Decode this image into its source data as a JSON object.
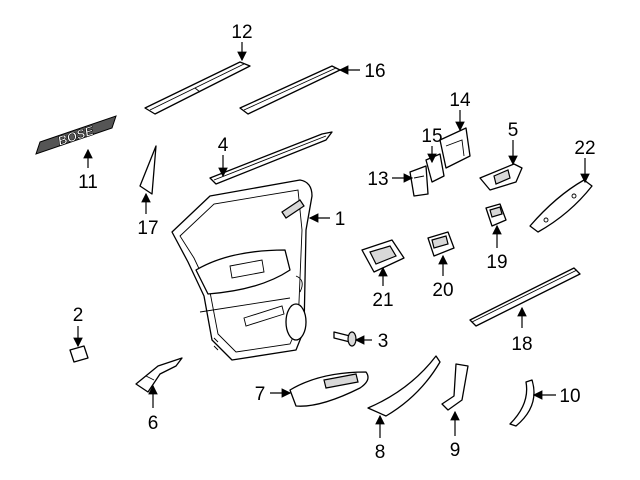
{
  "diagram": {
    "type": "exploded parts diagram",
    "logo_text": "BOSE",
    "callouts": {
      "c1": "1",
      "c2": "2",
      "c3": "3",
      "c4": "4",
      "c5": "5",
      "c6": "6",
      "c7": "7",
      "c8": "8",
      "c9": "9",
      "c10": "10",
      "c11": "11",
      "c12": "12",
      "c13": "13",
      "c14": "14",
      "c15": "15",
      "c16": "16",
      "c17": "17",
      "c18": "18",
      "c19": "19",
      "c20": "20",
      "c21": "21",
      "c22": "22"
    }
  }
}
